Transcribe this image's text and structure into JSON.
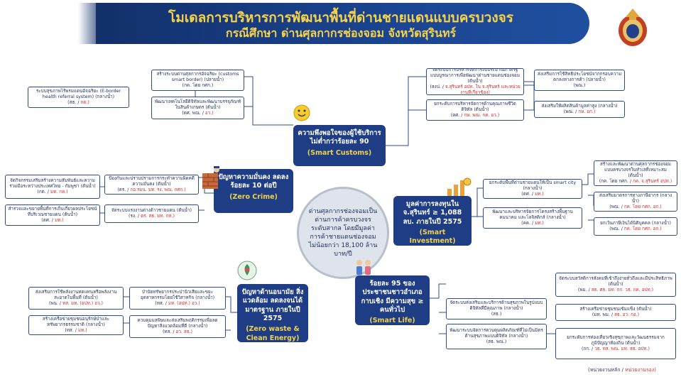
{
  "header": {
    "title_line1": "โมเดลการบริหารการพัฒนาพื้นที่ด่านชายแดนแบบครบวงจร",
    "title_line2": "กรณีศึกษา ด่านศุลกากรช่องจอม จังหวัดสุรินทร์"
  },
  "center": {
    "text": "ด่านศุลกากรช่องจอมเป็นด่านการค้าครบวงจรระดับสากล โดยมีมูลค่าการค้าชายแดนช่องจอม ไม่น้อยกว่า 18,100 ล้านบาท/ปี"
  },
  "goals": {
    "customs": {
      "text": "ความพึงพอใจของผู้ใช้บริการ ไม่ต่ำกว่าร้อยละ 90",
      "sub": "(Smart Customs)"
    },
    "crime": {
      "text": "ปัญหาความมั่นคง ลดลงร้อยละ 10 ต่อปี",
      "sub": "(Zero Crime)"
    },
    "investment": {
      "text": "มูลค่าการลงทุนใน จ.สุรินทร์ ≥ 1,088 ลบ. ภายในปี 2575",
      "sub": "(Smart Investment)"
    },
    "waste": {
      "text": "ปัญหาด้านอนามัย สิ่งแวดล้อม ลดลงจนได้มาตรฐาน ภายในปี 2575",
      "sub": "(Zero waste & Clean Energy)"
    },
    "life": {
      "text": "ร้อยละ 95 ของประชาชนชาวอำเภอกาบเชิง มีความสุข ≥ คนทั่วไป",
      "sub": "(Smart Life)"
    }
  },
  "boxes": {
    "b1": {
      "text": "สร้างระบบด่านศุลกากรอัจฉริยะ (customs smart border) (ปลายน้ำ)",
      "agency": "(กค. โดย กศก.)",
      "agency_red": ""
    },
    "b2": {
      "text": "ระบบสุขภาพไร้พรมแดนอัจฉริยะ (E-border health referral system) (กลางน้ำ)",
      "agency": "(สธ. / ",
      "agency_red": "กต.)"
    },
    "b3": {
      "text": "พัฒนาเทคโนโลยีดิจิทัลและพัฒนาบรรจุภัณฑ์ในสินค้าเกษตร (ต้นน้ำ)",
      "agency": "(ดศ. พณ. / ",
      "agency_red": "อว.)"
    },
    "b4": {
      "text": "จัดระบบการบริหารจัดการงบประมาณภาครัฐแบบบูรณาการเพื่อพัฒนาด่านชายแดนช่องจอม (ต้นน้ำ)",
      "agency": "(สงป. / ",
      "agency_red": "จ.สุรินทร์ อปท. ใน จ.สุรินทร์ และหน่วยงานที่เกี่ยวข้อง)"
    },
    "b5": {
      "text": "ยกระดับการบริหารจัดการด้านคุณภาพชีวิตดิจิทัล (ต้นน้ำ)",
      "agency": "(ดศ. / ",
      "agency_red": "กษ. พณ. กค. อว.)"
    },
    "b6": {
      "text": "ส่งเสริมการใช้สิทธิประโยชน์จากกรอบความตกลงทางการค้า (ปลายน้ำ)",
      "agency": "(พณ.)",
      "agency_red": ""
    },
    "b7": {
      "text": "ส่งเสริมให้ผลิตสินค้ามูลค่าสูง (กลางน้ำ)",
      "agency": "(พณ. / ",
      "agency_red": "กษ. อก.)"
    },
    "b8": {
      "text": "จัดกิจกรรมเสริมสร้างความสัมพันธ์และความร่วมมือระหว่างประเทศไทย - กัมพูชา (ต้นน้ำ)",
      "agency": "(กต. / ",
      "agency_red": "มท. กห.)"
    },
    "b9": {
      "text": "ป้องกันและปราบปรามการกระทำความผิดคดีความมั่นคง (ต้นน้ำ)",
      "agency": "(ตร. / ",
      "agency_red": "กอ.รมน. มท. รง. พณ. กศก.)"
    },
    "b10": {
      "text": "สำรวจและขยายพื้นที่การเก็บเกี่ยวผลประโยชน์ที่บริเวณชายแดน (ต้นน้ำ)",
      "agency": "(ตศ. / ",
      "agency_red": "มท.)"
    },
    "b11": {
      "text": "จัดระบบแรงงานต่างด้าวชายแดน (ต้นน้ำ)",
      "agency": "(รง. / ",
      "agency_red": "ตร. สธ. มท. กห.)"
    },
    "b12": {
      "text": "สร้างและพัฒนาด่านศุลกากรช่องจอมแบบครบวงจรในทำเลที่เหมาะสม (ต้นน้ำ)",
      "agency": "(กค. โดย กศก. / ",
      "agency_red": "กค. จ.สุรินทร์ อปท.)"
    },
    "b13": {
      "text": "ยกระดับพื้นที่ด่านชายแดนให้เป็น smart city (กลางน้ำ)",
      "agency": "(ดศ. / ",
      "agency_red": "มท.)"
    },
    "b14": {
      "text": "ส่งเสริมมาตรการทางภาษีอากร (กลางน้ำ)",
      "agency": "(พณ. / ",
      "agency_red": "กค. โดย กศก. อก.)"
    },
    "b15": {
      "text": "พัฒนาและบริหารจัดการโครงสร้างพื้นฐานคมนาคม และโลจิสติกส์ (กลางน้ำ)",
      "agency": "(คค. / ",
      "agency_red": "มท.)"
    },
    "b16": {
      "text": "ยกเว้นภาษีเงินได้นิติบุคคล (กลางน้ำ)",
      "agency": "(พณ. / ",
      "agency_red": "กค. โดย กศก. อก.)"
    },
    "b17": {
      "text": "ส่งเสริมการใช้พลังงานทดแทนหรือพลังงานสะอาดในพื้นที่ (ต้นน้ำ)",
      "agency": "(พน. / ",
      "agency_red": "ทส. มท. (อปท.) อว.)"
    },
    "b18": {
      "text": "บำบัดทรัพยากรประปานิวเสียและขยะอุตสาหกรรมโดยใช้วิสาหกิจ (กลางน้ำ)",
      "agency": "(ทส. / ",
      "agency_red": "มท. (อปท.) อว.)"
    },
    "b19": {
      "text": "สร้างเครือข่ายชุมชนอนุรักษ์ป่าและทรัพยากรธรรมชาติ (กลางน้ำ)",
      "agency": "(ทส. / ",
      "agency_red": "มท.)"
    },
    "b20": {
      "text": "ควบคุมมลพิษและส่งเสริมพฤติกรรมเพื่อลดปัญหาสิ่งแวดล้อมที่ดี (กลางน้ำ)",
      "agency": "(ทส. / ",
      "agency_red": "อว. สธ.)"
    },
    "b21": {
      "text": "จัดระบบสวัสดิการสังคมที่เข้าถึงง่ายทั่วถึงและมีประสิทธิภาพ (ต้นน้ำ)",
      "agency": "(พม. / ",
      "agency_red": "สธ. ศธ. มท. กก. วธ. กค. อปท.)"
    },
    "b22": {
      "text": "สร้างเครือข่ายชุมชนเข้มแข็ง (ต้นน้ำ)",
      "agency": "(มท. พม. / ",
      "agency_red": "สธ. อว. กอ.)"
    },
    "b23": {
      "text": "จัดระบบส่งเสริมและบริการด้านสุขภาพในรูปแบบดิจิทัลที่มีคุณภาพ (กลางน้ำ)",
      "agency": "(สธ.)",
      "agency_red": ""
    },
    "b24": {
      "text": "พัฒนาระบบจัดการควบคุมผลิตภัณฑ์ที่ไม่เป็นมิตรด้านสุขภาพแบบดิจิทัล (กลางน้ำ)",
      "agency": "(สธ. พณ.)",
      "agency_red": ""
    },
    "b25": {
      "text": "ยกระดับการท่องเที่ยวเชิงสุขภาพและวัฒนธรรมจากภูมิปัญญาท้องถิ่น (ต้นน้ำ)",
      "agency": "(กก. / ",
      "agency_red": "วธ. ทส. พณ. มท. สธ. อปท.)"
    }
  },
  "legend": {
    "main": "(หน่วยงานหลัก / ",
    "support": "หน่วยงานรอง)"
  },
  "colors": {
    "navy": "#1e3d84",
    "gold": "#f0d34c",
    "line": "#2b4c8f",
    "support_red": "#d32b2b"
  }
}
